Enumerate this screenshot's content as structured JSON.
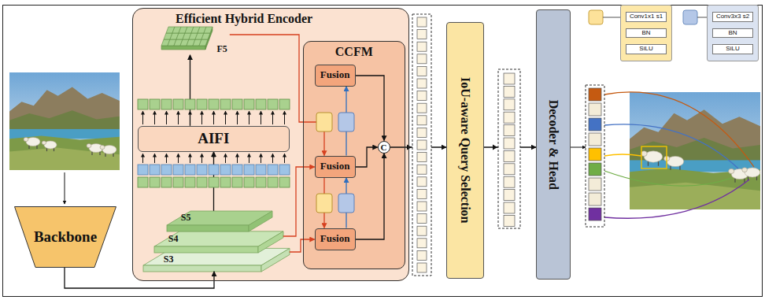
{
  "diagram": {
    "nodes": [
      {
        "text": [
          "Backbone"
        ]
      },
      {
        "text": [
          "Efficient Hybrid Encoder"
        ]
      },
      {
        "text": [
          "F5"
        ],
        "in": 1
      },
      {
        "text": [
          "AIFI"
        ],
        "in": 1
      },
      {
        "text": [
          "S5"
        ],
        "in": 1
      },
      {
        "text": [
          "S4"
        ],
        "in": 1
      },
      {
        "text": [
          "S3"
        ],
        "in": 1
      },
      {
        "text": [
          "CCFM"
        ],
        "in": 1
      },
      {
        "text": [
          "Fusion"
        ],
        "in": 7
      },
      {
        "text": [
          "Fusion"
        ],
        "in": 7
      },
      {
        "text": [
          "Fusion"
        ],
        "in": 7
      },
      {
        "text": [
          "C"
        ],
        "in": 7
      },
      {
        "text": [
          "IoU-aware Query Selection"
        ]
      },
      {
        "text": [
          "Decoder & Head"
        ]
      },
      {
        "text": [
          "Conv1x1 s1",
          "BN",
          "SiLU"
        ]
      },
      {
        "text": [
          "Conv3x3 s2",
          "BN",
          "SiLU"
        ]
      }
    ],
    "edges": [
      {
        "from": 0,
        "to": 6,
        "arrow": "to"
      },
      {
        "from": 4,
        "to": 3,
        "arrow": "to"
      },
      {
        "from": 3,
        "to": 2,
        "arrow": "to"
      },
      {
        "from": 2,
        "to": 9,
        "arrow": "to"
      },
      {
        "from": 5,
        "to": 9,
        "arrow": "to"
      },
      {
        "from": 6,
        "to": 10,
        "arrow": "to"
      },
      {
        "from": 9,
        "to": 10,
        "arrow": "to"
      },
      {
        "from": 10,
        "to": 9,
        "arrow": "to"
      },
      {
        "from": 9,
        "to": 8,
        "arrow": "to"
      },
      {
        "from": 8,
        "to": 11,
        "arrow": "to"
      },
      {
        "from": 9,
        "to": 11,
        "arrow": "to"
      },
      {
        "from": 10,
        "to": 11,
        "arrow": "to"
      },
      {
        "from": 11,
        "to": 12,
        "arrow": "to"
      },
      {
        "from": 12,
        "to": 13,
        "arrow": "to"
      }
    ]
  }
}
